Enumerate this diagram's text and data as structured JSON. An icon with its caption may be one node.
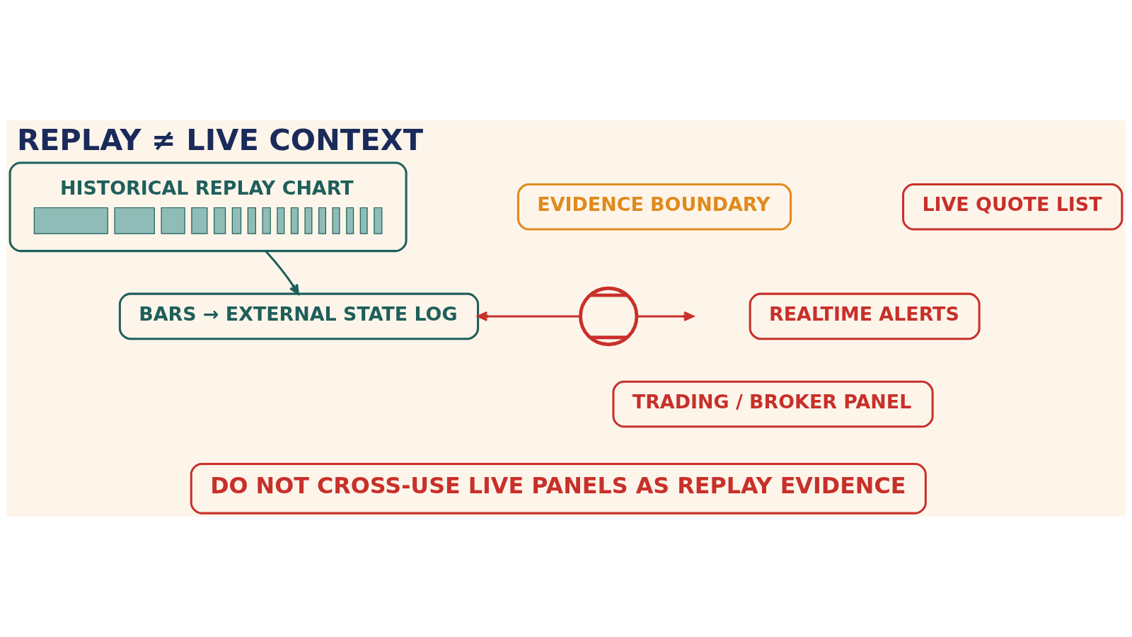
{
  "diagram": {
    "title": "REPLAY ≠ LIVE CONTEXT",
    "nodes": [
      {
        "text": [
          "HISTORICAL REPLAY CHART"
        ]
      },
      {
        "text": [
          "BARS → EXTERNAL STATE LOG"
        ]
      },
      {
        "text": [
          "EVIDENCE BOUNDARY"
        ]
      },
      {
        "text": [],
        "shape": "cross"
      },
      {
        "text": [
          "LIVE QUOTE LIST"
        ]
      },
      {
        "text": [
          "REALTIME ALERTS"
        ]
      },
      {
        "text": [
          "TRADING / BROKER PANEL"
        ]
      },
      {
        "text": [
          "DO NOT CROSS-USE LIVE PANELS AS REPLAY EVIDENCE"
        ]
      }
    ],
    "edges": [
      {
        "from": 0,
        "to": 1,
        "arrow": "to",
        "color": "#1f5f5b"
      },
      {
        "from": 3,
        "to": 1,
        "arrow": "to",
        "color": "#c8302a"
      },
      {
        "from": 3,
        "to": null,
        "arrow": "to",
        "color": "#c8302a"
      }
    ]
  }
}
